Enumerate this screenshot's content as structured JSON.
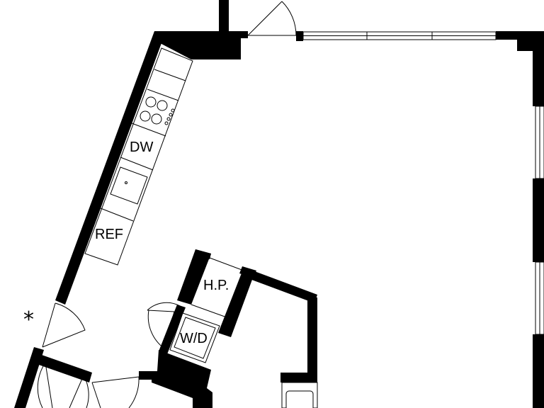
{
  "labels": {
    "dishwasher": "DW",
    "refrigerator": "REF",
    "heat_pump": "H.P.",
    "washer_dryer": "W/D",
    "marker": "*"
  },
  "colors": {
    "wall": "#000000",
    "background": "#ffffff"
  }
}
